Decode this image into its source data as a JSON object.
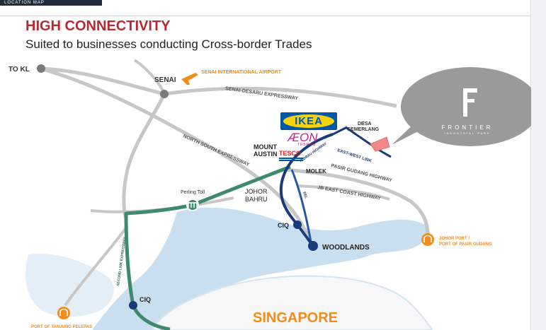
{
  "header": {
    "tab_label": "LOCATION MAP",
    "title": "HIGH CONNECTIVITY",
    "subtitle": "Suited to businesses conducting Cross-border Trades"
  },
  "colors": {
    "title": "#b52a33",
    "orange_labels": "#f28c1b",
    "expressway_gray": "#c7c7c7",
    "link_navy": "#1b3a7a",
    "green_expressway": "#3f8a6e",
    "sea": "#c9dff0",
    "site_pink": "#f08888",
    "callout_gray": "#9a9a9a"
  },
  "map": {
    "places": {
      "to_kl": "TO KL",
      "senai": "SENAI",
      "senai_airport": "SENAI INTERNATIONAL AIRPORT",
      "desa_cemerlang": "DESA\nCEMERLANG",
      "mount_austin": "MOUNT\nAUSTIN",
      "molek": "MOLEK",
      "johor_bahru": "JOHOR\nBAHRU",
      "perling_toll": "Perling Toll",
      "ciq_north": "CIQ",
      "woodlands": "WOODLANDS",
      "ciq_south": "CIQ",
      "singapore": "SINGAPORE",
      "johor_port": "JOHOR PORT /\nPORT OF PASIR GUDANG",
      "tanjung_pelepas": "PORT OF TANJUNG PELEPAS"
    },
    "roads": {
      "senai_desaru": "SENAI-DESARU EXPRESSWAY",
      "north_south": "NORTH SOUTH EXPRESSWAY",
      "tebrau": "TEBRAU HIGHWAY",
      "east_west_link": "EAST-WEST LINK",
      "pasir_gudang": "PASIR GUDANG HIGHWAY",
      "jb_east_coast": "JB EAST COAST HIGHWAY",
      "eel": "EEL",
      "second_link": "SECOND LINK EXPRESSWAY"
    },
    "brands": {
      "ikea": "IKEA",
      "aeon": "ÆON",
      "aeon_sub": "TEBRAU",
      "tesco": "TESCO",
      "frontier": "FRONTIER",
      "frontier_sub": "INDUSTRIAL PARK"
    }
  }
}
